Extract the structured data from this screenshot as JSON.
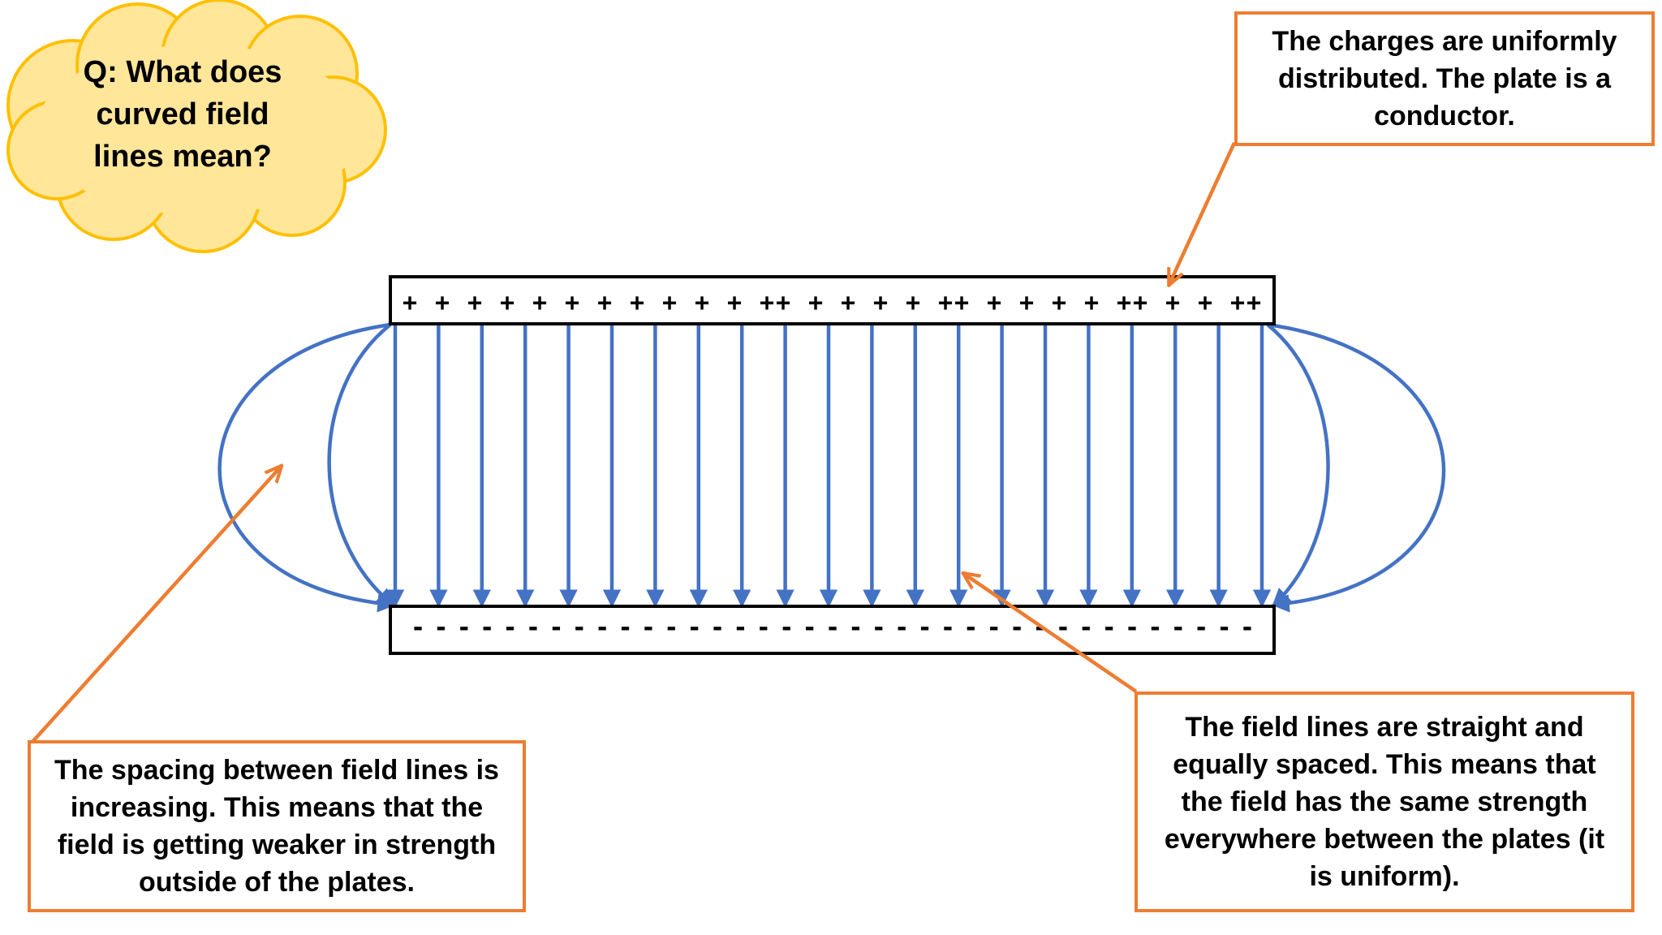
{
  "question": "Q: What does curved field lines mean?",
  "callouts": {
    "top": "The charges are uniformly distributed. The plate is a conductor.",
    "left": "The spacing between field lines is increasing. This means that the field is getting weaker in strength outside of the plates.",
    "right": "The field lines are straight and equally spaced. This means that the field has the same strength everywhere between the plates (it is uniform)."
  },
  "plates": {
    "top_charges": "+ + + + + + + + + + + ++ + + + + ++ + + + + ++ + + ++",
    "bottom_charges": "- - - - - - - - - - - - - - - - - - - - - - - - - - - - - - - - - - - - -"
  },
  "colors": {
    "field_lines": "#4472C4",
    "callout_border": "#ED7D31",
    "cloud_fill": "#FFE699",
    "cloud_border": "#FFC000",
    "plate_border": "#000000"
  },
  "field_line_count": 21
}
